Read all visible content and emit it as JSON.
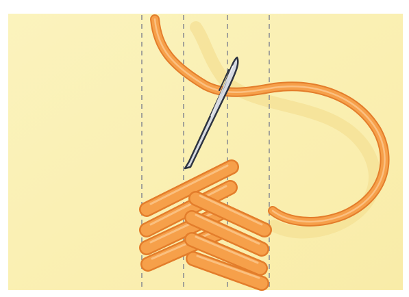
{
  "illustration": {
    "subject": "embroidery-stitch-diagram",
    "colors": {
      "fabric": "#fbf2b4",
      "fabric_shadow": "#f7e69a",
      "thread": "#f6a04a",
      "thread_outline": "#e37d2b",
      "thread_highlight": "#fcc88e",
      "guide_line": "#8d8f93",
      "needle": "#c8ccd4",
      "needle_outline": "#2d3340"
    },
    "guide_line_count": 4,
    "stitch_count": 8
  }
}
